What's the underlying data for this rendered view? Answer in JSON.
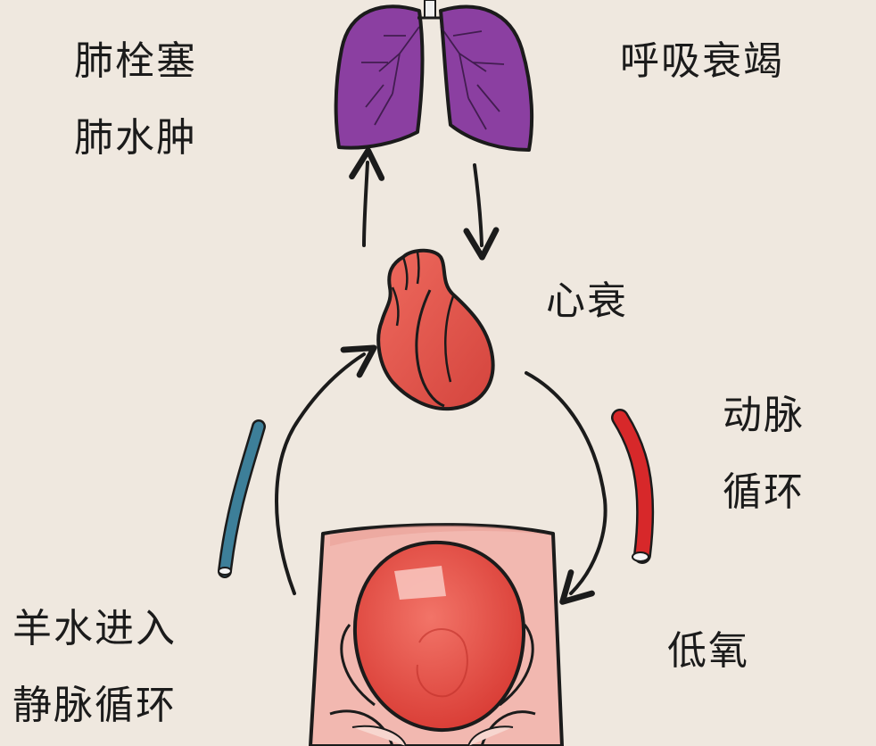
{
  "labels": {
    "pulmonary_left_1": "肺栓塞",
    "pulmonary_left_2": "肺水肿",
    "respiratory": "呼吸衰竭",
    "heart_failure": "心衰",
    "arterial_1": "动脉",
    "arterial_2": "循环",
    "hypoxia": "低氧",
    "amniotic_1": "羊水进入",
    "amniotic_2": "静脉循环"
  },
  "colors": {
    "background": "#efe8df",
    "lungs": "#8b3fa1",
    "heart": "#e2574f",
    "vein": "#3d7f99",
    "artery": "#d7282a",
    "uterus": "#e0463f",
    "abdomen": "#f2b8b0"
  },
  "icons": [
    "lungs-icon",
    "heart-icon",
    "vein-icon",
    "artery-icon",
    "pregnant-abdomen-icon"
  ]
}
